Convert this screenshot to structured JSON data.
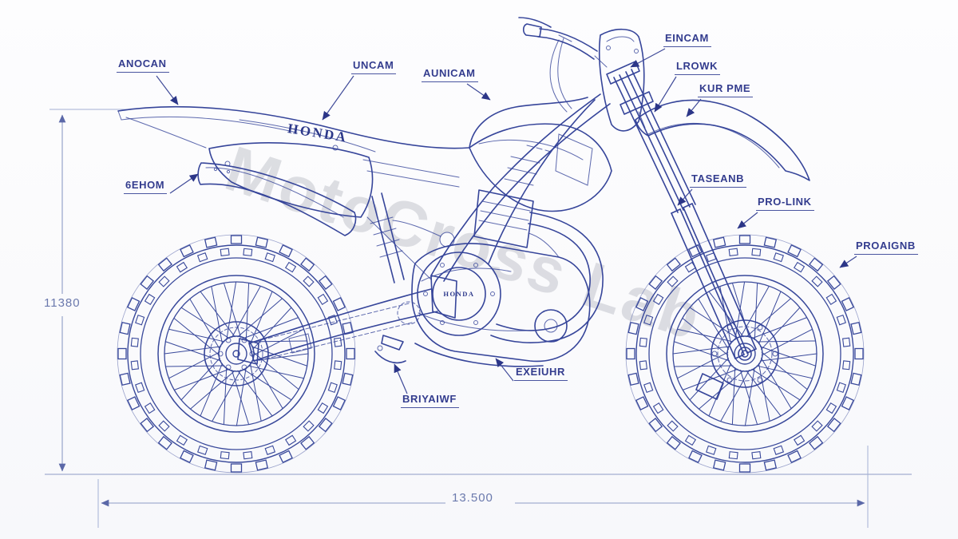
{
  "drawing": {
    "brand_logo": "HONDA",
    "engine_logo": "HONDA",
    "watermark": "MotoCross Lab"
  },
  "labels": [
    {
      "id": "seat",
      "text": "ANOCAN"
    },
    {
      "id": "seat-front",
      "text": "UNCAM"
    },
    {
      "id": "tank",
      "text": "AUNICAM"
    },
    {
      "id": "number-plate",
      "text": "EINCAM"
    },
    {
      "id": "fork-upper",
      "text": "LROWK"
    },
    {
      "id": "front-fender",
      "text": "KUR PME"
    },
    {
      "id": "fork-guard",
      "text": "TASEANB"
    },
    {
      "id": "pro-link",
      "text": "PRO-LINK"
    },
    {
      "id": "front-tire",
      "text": "PROAIGNB"
    },
    {
      "id": "muffler",
      "text": "6EHOM"
    },
    {
      "id": "exhaust",
      "text": "EXEIUHR"
    },
    {
      "id": "brake-pedal",
      "text": "BRIYAIWF"
    }
  ],
  "dimensions": {
    "height": "11380",
    "length": "13.500"
  },
  "colors": {
    "line": "#36459a",
    "label": "#333c8e",
    "dimension": "#8e9cc6",
    "background": "#fcfcfe"
  }
}
